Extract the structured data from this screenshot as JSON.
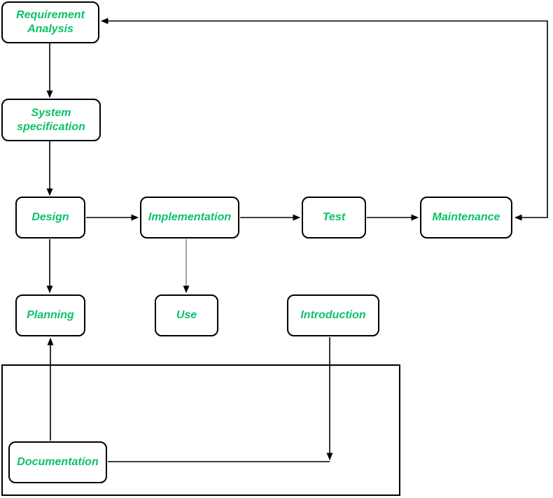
{
  "colors": {
    "node_text": "#0bc268",
    "connector": "#000000",
    "connector_gray": "#8c8c8c",
    "node_border": "#000000",
    "canvas_bg": "#ffffff"
  },
  "diagram": {
    "type": "flowchart",
    "nodes": {
      "requirement_analysis": "Requirement Analysis",
      "system_specification": "System specification",
      "design": "Design",
      "implementation": "Implementation",
      "test": "Test",
      "maintenance": "Maintenance",
      "planning": "Planning",
      "use": "Use",
      "introduction": "Introduction",
      "documentation": "Documentation"
    },
    "edges": [
      {
        "from": "requirement_analysis",
        "to": "system_specification",
        "style": "arrow"
      },
      {
        "from": "system_specification",
        "to": "design",
        "style": "arrow"
      },
      {
        "from": "design",
        "to": "implementation",
        "style": "arrow"
      },
      {
        "from": "implementation",
        "to": "test",
        "style": "arrow"
      },
      {
        "from": "test",
        "to": "maintenance",
        "style": "arrow"
      },
      {
        "from": "maintenance",
        "to": "requirement_analysis",
        "style": "double-headed-feedback"
      },
      {
        "from": "design",
        "to": "planning",
        "style": "arrow"
      },
      {
        "from": "implementation",
        "to": "use",
        "style": "gray-arrow"
      },
      {
        "from": "documentation",
        "to": "planning",
        "style": "arrow"
      },
      {
        "from": "introduction",
        "to": "documentation-line-junction",
        "style": "arrow"
      },
      {
        "from": "documentation",
        "to": "introduction-line-junction",
        "style": "plain-line"
      }
    ]
  }
}
